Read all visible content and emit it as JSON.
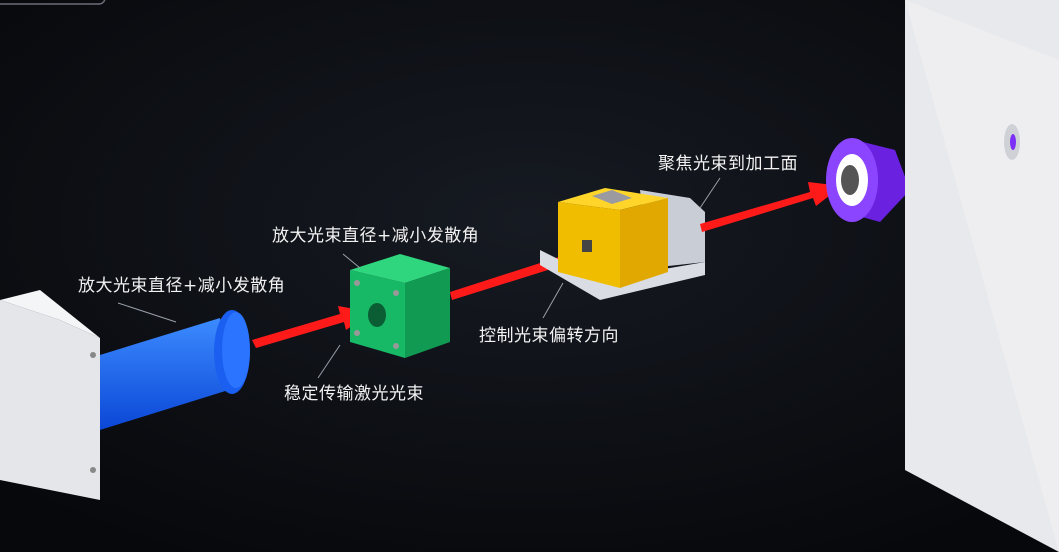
{
  "labels": {
    "expander_1": "放大光束直径+减小发散角",
    "expander_2": "放大光束直径+减小发散角",
    "transmission": "稳定传输激光光束",
    "deflection": "控制光束偏转方向",
    "focusing": "聚焦光束到加工面"
  },
  "colors": {
    "background": "#0d0f14",
    "beam": "#ff1a1a",
    "focused_beam": "#7b2ff7",
    "expander": "#1f6fff",
    "transmission_block": "#1fc46f",
    "deflection_block": "#f5c400",
    "focus_lens": "#7b2ff7",
    "housing": "#e4e6ea"
  }
}
